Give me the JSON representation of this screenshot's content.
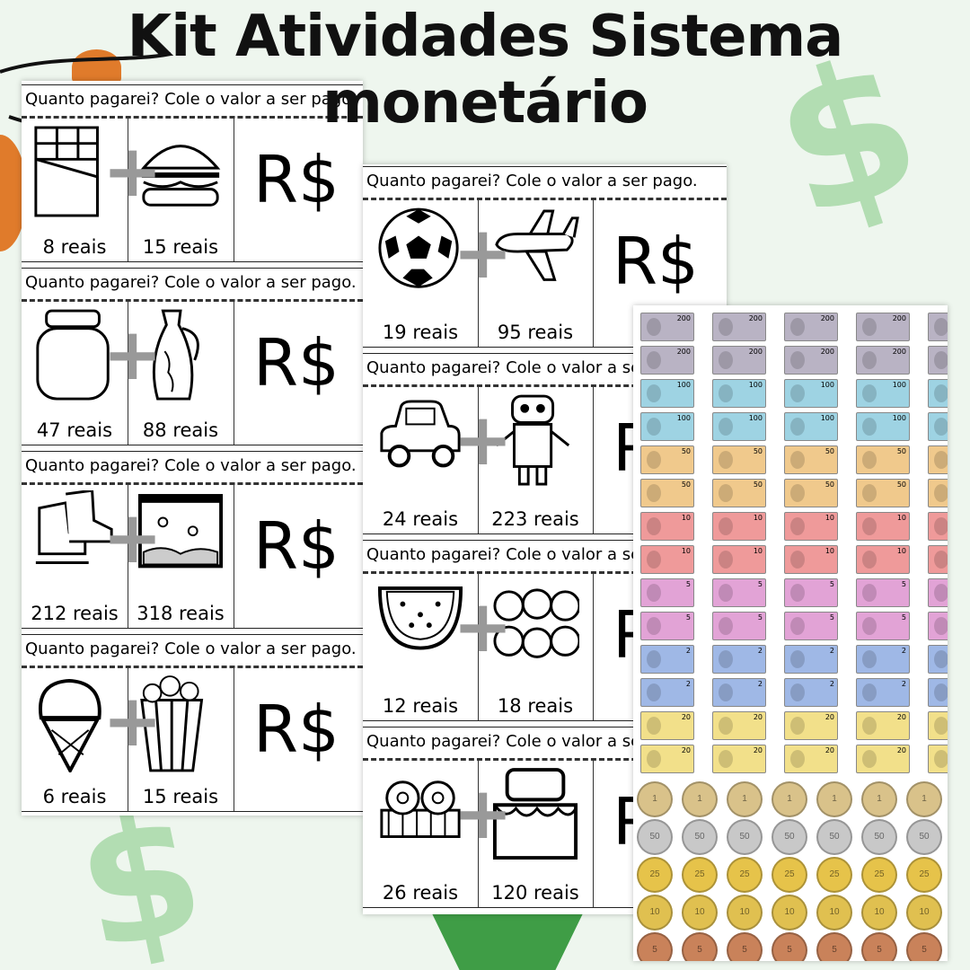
{
  "title": {
    "line1": "Kit Atividades Sistema",
    "line2": "monetário"
  },
  "colors": {
    "background": "#eef6ee",
    "dollar_sign": "#a8d9a8",
    "plus": "#999999"
  },
  "card_header": "Quanto pagarei? Cole o valor a ser pago.",
  "card_header_short": "Quanto pagarei? Cole o valor",
  "currency_label": "R$",
  "sheet_left": [
    {
      "item1": "chocolate-icon",
      "price1": "8 reais",
      "item2": "burger-icon",
      "price2": "15 reais"
    },
    {
      "item1": "jar-icon",
      "price1": "47 reais",
      "item2": "vase-icon",
      "price2": "88 reais"
    },
    {
      "item1": "skates-icon",
      "price1": "212 reais",
      "item2": "aquarium-icon",
      "price2": "318 reais"
    },
    {
      "item1": "ice-cream-icon",
      "price1": "6 reais",
      "item2": "popcorn-icon",
      "price2": "15 reais"
    }
  ],
  "sheet_right": [
    {
      "item1": "soccer-ball-icon",
      "price1": "19 reais",
      "item2": "airplane-icon",
      "price2": "95 reais"
    },
    {
      "item1": "car-icon",
      "price1": "24 reais",
      "item2": "robot-icon",
      "price2": "223 reais"
    },
    {
      "item1": "watermelon-icon",
      "price1": "12 reais",
      "item2": "apples-icon",
      "price2": "18 reais"
    },
    {
      "item1": "donuts-icon",
      "price1": "26 reais",
      "item2": "cake-icon",
      "price2": "120 reais"
    }
  ],
  "notes": [
    {
      "value": "200",
      "color": "#b9b3c4"
    },
    {
      "value": "200",
      "color": "#b9b3c4"
    },
    {
      "value": "100",
      "color": "#9ed3e3"
    },
    {
      "value": "100",
      "color": "#9ed3e3"
    },
    {
      "value": "50",
      "color": "#f0c98c"
    },
    {
      "value": "50",
      "color": "#f0c98c"
    },
    {
      "value": "10",
      "color": "#ef9a9a"
    },
    {
      "value": "10",
      "color": "#ef9a9a"
    },
    {
      "value": "5",
      "color": "#e2a3d6"
    },
    {
      "value": "5",
      "color": "#e2a3d6"
    },
    {
      "value": "2",
      "color": "#9fb8e6"
    },
    {
      "value": "2",
      "color": "#9fb8e6"
    },
    {
      "value": "20",
      "color": "#f2e08a"
    },
    {
      "value": "20",
      "color": "#f2e08a"
    }
  ],
  "coins": [
    {
      "value": "1",
      "color": "#d9c28a"
    },
    {
      "value": "50",
      "color": "#c8c8c8"
    },
    {
      "value": "25",
      "color": "#e6c34a"
    },
    {
      "value": "10",
      "color": "#e0c050"
    },
    {
      "value": "5",
      "color": "#c9825a"
    }
  ]
}
